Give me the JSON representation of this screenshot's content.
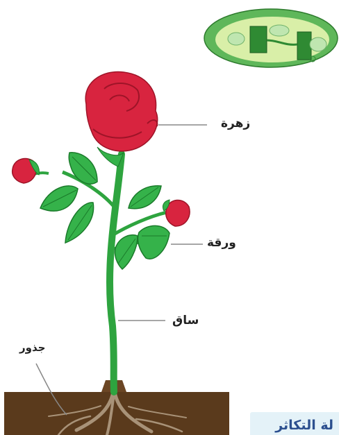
{
  "labels": {
    "flower": "زهرة",
    "leaf": "ورقة",
    "stem": "ساق",
    "roots": "جذور"
  },
  "bottom_panel": {
    "text": "لة التكاثر"
  },
  "colors": {
    "petal": "#d8243f",
    "petal_dark": "#9e1428",
    "leaf": "#35b24a",
    "leaf_dark": "#1a7a2a",
    "stem": "#2ea43f",
    "soil": "#5a3a1c",
    "root": "#a89278",
    "chloroplast": "#5fb75a",
    "panel_text": "#2c4f8f"
  }
}
